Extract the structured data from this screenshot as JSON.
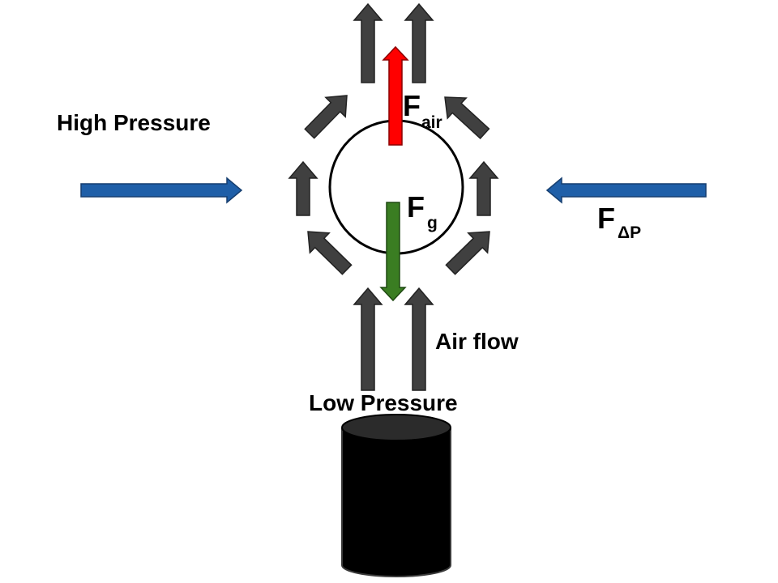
{
  "labels": {
    "high_pressure": "High Pressure",
    "low_pressure": "Low Pressure",
    "air_flow": "Air flow"
  },
  "forces": {
    "air": {
      "symbol": "F",
      "subscript": "air"
    },
    "gravity": {
      "symbol": "F",
      "subscript": "g"
    },
    "pressure_difference": {
      "symbol": "F",
      "subscript": "ΔP"
    }
  },
  "colors": {
    "air_flow_arrow": "#404040",
    "force_air_arrow": "#ff0000",
    "force_gravity_arrow": "#3a7d22",
    "pressure_arrow": "#1f5fa8",
    "ball_outline": "#000000",
    "blower": "#000000"
  }
}
